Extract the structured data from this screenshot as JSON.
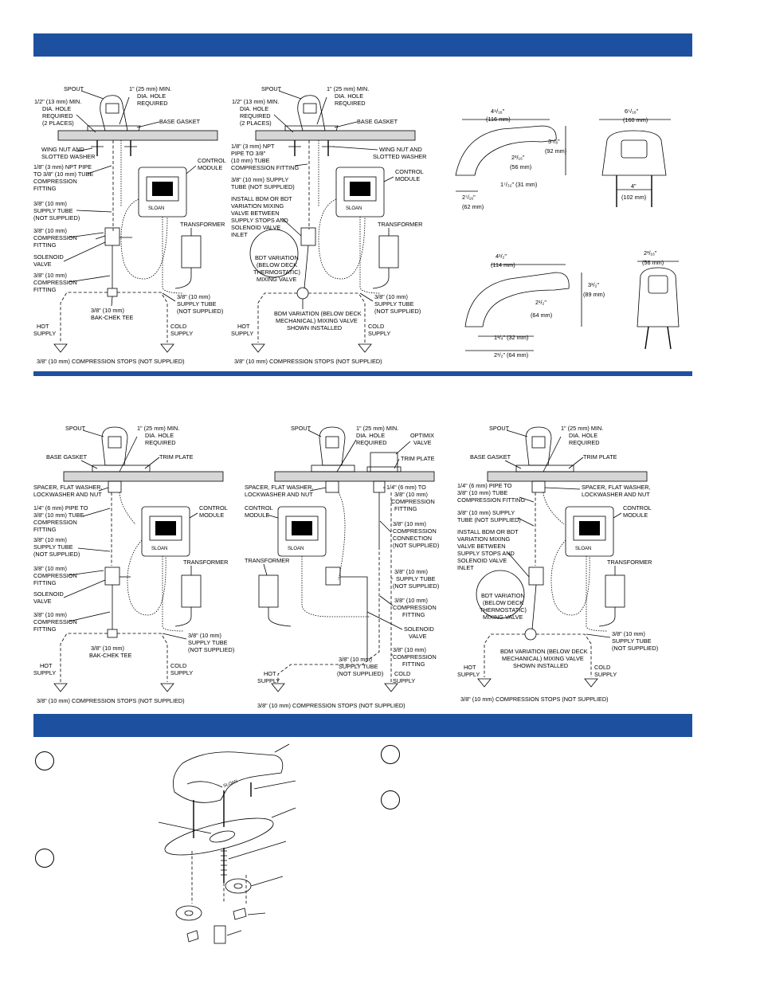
{
  "labels": {
    "spout": "SPOUT",
    "hole_1in": [
      "1\" (25 mm) MIN.",
      "DIA. HOLE",
      "REQUIRED"
    ],
    "hole_half": [
      "1/2\" (13 mm) MIN.",
      "DIA. HOLE",
      "REQUIRED",
      "(2 PLACES)"
    ],
    "base_gasket": "BASE GASKET",
    "trim_plate": "TRIM PLATE",
    "wing_nut": [
      "WING NUT AND",
      "SLOTTED WASHER"
    ],
    "npt_pipe_a": [
      "1/8\" (3 mm) NPT PIPE",
      "TO 3/8\" (10 mm) TUBE",
      "COMPRESSION",
      "FITTING"
    ],
    "npt_pipe_b": [
      "1/8\" (3 mm) NPT",
      "PIPE TO 3/8\"",
      "(10 mm) TUBE",
      "COMPRESSION FITTING"
    ],
    "control_module": [
      "CONTROL",
      "MODULE"
    ],
    "supply_tube_a": [
      "3/8\" (10 mm)",
      "SUPPLY TUBE",
      "(NOT SUPPLIED)"
    ],
    "supply_tube_b": [
      "3/8\" (10 mm) SUPPLY",
      "TUBE (NOT SUPPLIED)"
    ],
    "supply_tube_c": [
      "3/8\" (10 mm)",
      "SUPPLY TUBE",
      "(NOT SUPPLIED)"
    ],
    "compression_fitting": [
      "3/8\" (10 mm)",
      "COMPRESSION",
      "FITTING"
    ],
    "compression_connection": [
      "3/8\" (10 mm)",
      "COMPRESSION",
      "CONNECTION",
      "(NOT SUPPLIED)"
    ],
    "solenoid": [
      "SOLENOID",
      "VALVE"
    ],
    "transformer": "TRANSFORMER",
    "bak_chek": [
      "3/8\" (10 mm)",
      "BAK-CHEK TEE"
    ],
    "hot_supply": [
      "HOT",
      "SUPPLY"
    ],
    "cold_supply": [
      "COLD",
      "SUPPLY"
    ],
    "stops": "3/8\" (10 mm) COMPRESSION STOPS (NOT SUPPLIED)",
    "install_bdm": [
      "INSTALL BDM OR BDT",
      "VARIATION MIXING",
      "VALVE BETWEEN",
      "SUPPLY STOPS AND",
      "SOLENOID VALVE",
      "INLET"
    ],
    "bdt_circle": [
      "BDT VARIATION",
      "(BELOW DECK",
      "THERMOSTATIC)",
      "MIXING VALVE"
    ],
    "bdm_variation": [
      "BDM VARIATION (BELOW DECK",
      "MECHANICAL) MIXING VALVE",
      "SHOWN INSTALLED"
    ],
    "spacer": [
      "SPACER, FLAT WASHER,",
      "LOCKWASHER AND NUT"
    ],
    "pipe_quarter": [
      "1/4\" (6 mm) PIPE TO",
      "3/8\" (10 mm) TUBE",
      "COMPRESSION",
      "FITTING"
    ],
    "pipe_quarter_b": [
      "1/4\" (6 mm) PIPE TO",
      "3/8\" (10 mm) TUBE",
      "COMPRESSION FITTING"
    ],
    "pipe_quarter_c": [
      "1/4\" (6 mm) TO",
      "3/8\" (10 mm)",
      "COMPRESSION",
      "FITTING"
    ],
    "optimix": [
      "OPTIMIX",
      "VALVE"
    ],
    "brand": "SLOAN",
    "brand_small": "SLOAN"
  },
  "dims": {
    "d1_top": "4⁹/₁₆\"",
    "d1_mm": "(116 mm)",
    "d2_top": "3⁵/₈\"",
    "d2_mm": "(92 mm)",
    "d3_top": "2³/₁₆\"",
    "d3_mm": "(56 mm)",
    "d4": "1⁷/₃₂\" (31 mm)",
    "d5_top": "2⁷/₁₆\"",
    "d5_mm": "(62 mm)",
    "d6_top": "6⁵/₁₆\"",
    "d6_mm": "(160 mm)",
    "d7_top": "4\"",
    "d7_mm": "(102 mm)",
    "d8_top": "4¹/₂\"",
    "d8_mm": "(114 mm)",
    "d9_top": "3¹/₂\"",
    "d9_mm": "(89 mm)",
    "d10_top": "2¹/₂\"",
    "d10_mm": "(64 mm)",
    "d11": "1¹/₄\" (32 mm)",
    "d12": "2¹/₂\" (64 mm)",
    "d13_top": "2³/₁₆\"",
    "d13_mm": "(56 mm)"
  },
  "colors": {
    "band": "#1e50a0"
  }
}
